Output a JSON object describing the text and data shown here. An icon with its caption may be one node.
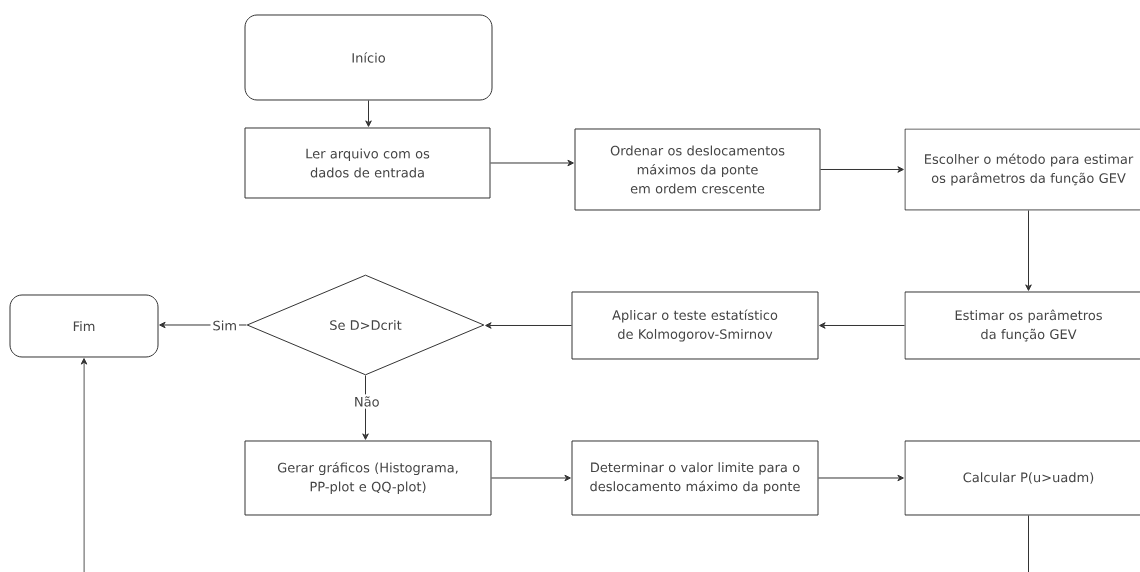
{
  "diagram": {
    "nodes": [
      {
        "text": [
          "Início"
        ]
      },
      {
        "text": [
          "Ler arquivo com os dados de entrada"
        ]
      },
      {
        "text": [
          "Ordenar os deslocamentos máximos da ponte em ordem crescente"
        ]
      },
      {
        "text": [
          "Escolher o método para estimar os parâmetros da função GEV"
        ]
      },
      {
        "text": [
          "Fim"
        ]
      },
      {
        "text": [
          "Se D>Dcrit"
        ]
      },
      {
        "text": [
          "Aplicar o teste estatístico de Kolmogorov-Smirnov"
        ]
      },
      {
        "text": [
          "Estimar os parâmetros da função GEV"
        ]
      },
      {
        "text": [
          "Gerar gráficos (Histograma, PP-plot e QQ-plot)"
        ]
      },
      {
        "text": [
          "Determinar o valor limite para o deslocamento máximo da ponte"
        ]
      },
      {
        "text": [
          "Calcular P(u>uadm)"
        ]
      }
    ],
    "edges": [
      {
        "from": 0,
        "to": 1,
        "arrow": "to"
      },
      {
        "from": 1,
        "to": 2,
        "arrow": "to"
      },
      {
        "from": 2,
        "to": 3,
        "arrow": "to"
      },
      {
        "from": 3,
        "to": 7,
        "arrow": "to"
      },
      {
        "from": 7,
        "to": 6,
        "arrow": "to"
      },
      {
        "from": 6,
        "to": 5,
        "arrow": "to"
      },
      {
        "from": 5,
        "to": 4,
        "arrow": "to",
        "label": "Sim"
      },
      {
        "from": 5,
        "to": 8,
        "arrow": "to",
        "label": "Não"
      },
      {
        "from": 8,
        "to": 9,
        "arrow": "to"
      },
      {
        "from": 9,
        "to": 10,
        "arrow": "to"
      },
      {
        "from": 10,
        "to": 4,
        "arrow": "to"
      }
    ]
  }
}
